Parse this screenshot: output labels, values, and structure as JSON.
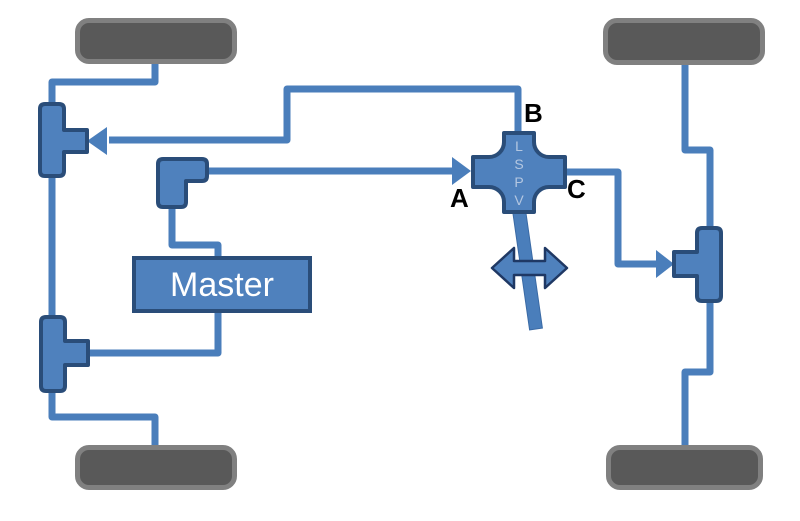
{
  "master": {
    "label": "Master"
  },
  "valve": {
    "letters": [
      "L",
      "S",
      "P",
      "V"
    ],
    "port_labels": {
      "left": "A",
      "top": "B",
      "right": "C"
    }
  },
  "colors": {
    "background": "#ffffff",
    "pipe": "#4a7ebb",
    "component_fill": "#4f81bd",
    "component_border": "#2a4d79",
    "double_arrow_outline": "#1f3864",
    "wheel_fill": "#595959",
    "wheel_border": "#808080",
    "valve_letters": "#b4c7e1",
    "port_label_text": "#000000",
    "master_text": "#ffffff"
  },
  "icons": {
    "flow_arrow": "▶",
    "double_arrow": "↔"
  }
}
